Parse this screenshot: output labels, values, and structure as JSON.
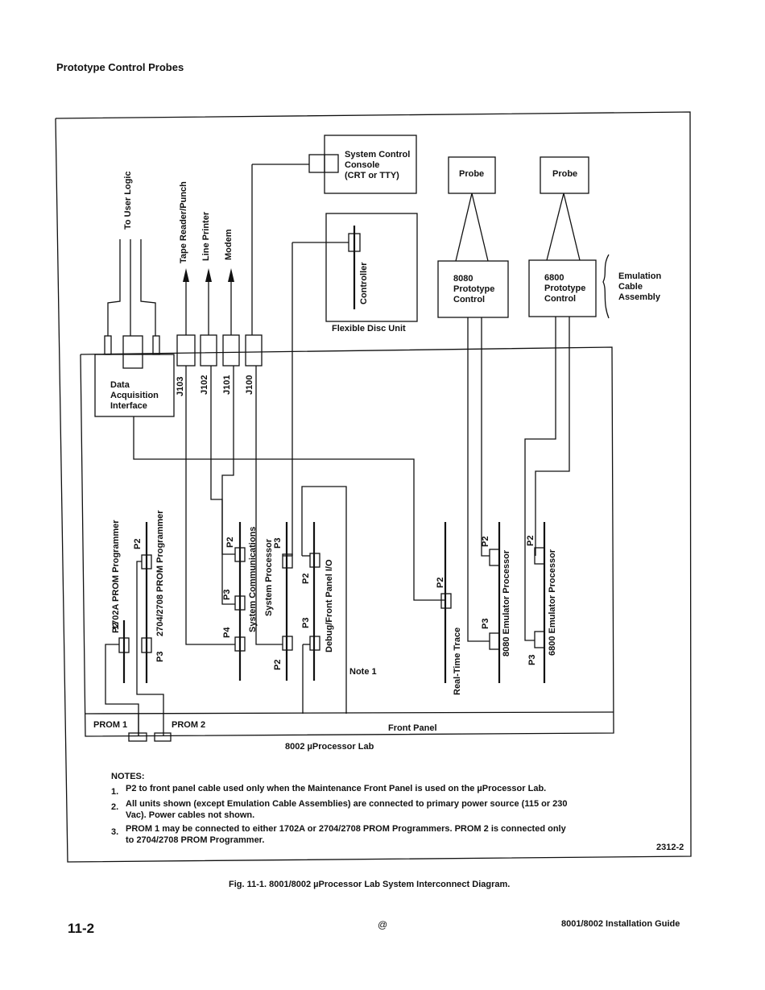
{
  "page": {
    "header": "Prototype Control Probes",
    "page_number": "11-2",
    "footer_center": "@",
    "footer_right": "8001/8002 Installation Guide",
    "figure_caption": "Fig. 11-1. 8001/8002 µProcessor Lab System Interconnect Diagram.",
    "figure_id": "2312-2"
  },
  "diagram": {
    "system_console": "System Control\nConsole\n(CRT or TTY)",
    "probe_1": "Probe",
    "probe_2": "Probe",
    "proto_8080": "8080\nPrototype\nControl",
    "proto_6800": "6800\nPrototype\nControl",
    "emulation_cable": "Emulation\nCable\nAssembly",
    "controller": "Controller",
    "flexible_disc_unit": "Flexible Disc Unit",
    "to_user_logic": "To User Logic",
    "tape_reader": "Tape Reader/Punch",
    "line_printer": "Line Printer",
    "modem": "Modem",
    "data_acq": "Data\nAcquisition\nInterface",
    "j103": "J103",
    "j102": "J102",
    "j101": "J101",
    "j100": "J100",
    "prom_1702a": "1702A PROM Programmer",
    "prom_2704": "2704/2708 PROM Programmer",
    "sys_comm": "System Communications",
    "sys_proc": "System\nProcessor",
    "debug_io": "Debug/Front Panel I/O",
    "rt_trace": "Real-Time Trace",
    "emu_8080": "8080 Emulator Processor",
    "emu_6800": "6800 Emulator Processor",
    "note1": "Note 1",
    "prom1": "PROM 1",
    "prom2": "PROM 2",
    "front_panel": "Front Panel",
    "lab": "8002 µProcessor Lab",
    "p2": "P2",
    "p3": "P3",
    "p4": "P4"
  },
  "notes": {
    "title": "NOTES:",
    "items": [
      {
        "num": "1.",
        "text": "P2 to front panel cable used only when the Maintenance Front Panel is used on the µProcessor Lab."
      },
      {
        "num": "2.",
        "text": "All units shown (except Emulation Cable Assemblies) are connected to primary power source (115 or 230\nVac). Power cables not shown."
      },
      {
        "num": "3.",
        "text": "PROM 1 may be connected to either 1702A or 2704/2708 PROM Programmers. PROM 2 is connected only\nto 2704/2708 PROM Programmer."
      }
    ]
  }
}
